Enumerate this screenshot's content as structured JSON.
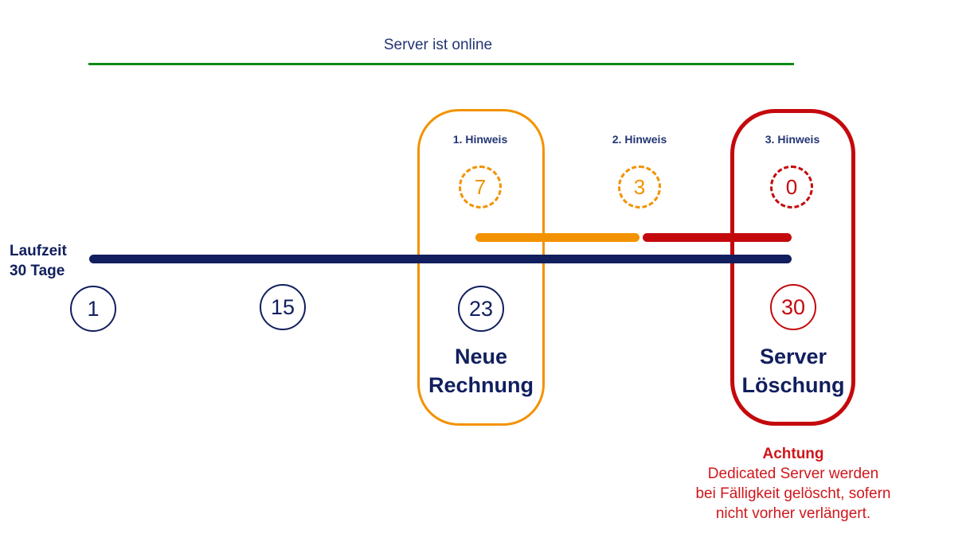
{
  "header": {
    "status_label": "Server ist online",
    "status_color": "#0e8a17"
  },
  "runtime": {
    "label_line1": "Laufzeit",
    "label_line2": "30 Tage"
  },
  "hints": [
    {
      "label": "1. Hinweis",
      "days_remaining": "7",
      "color": "#f39200"
    },
    {
      "label": "2. Hinweis",
      "days_remaining": "3",
      "color": "#f39200"
    },
    {
      "label": "3. Hinweis",
      "days_remaining": "0",
      "color": "#c4090d"
    }
  ],
  "timeline": {
    "days": [
      {
        "day": "1",
        "color": "#111f5e"
      },
      {
        "day": "15",
        "color": "#111f5e"
      },
      {
        "day": "23",
        "color": "#111f5e"
      },
      {
        "day": "30",
        "color": "#c4090d"
      }
    ],
    "colors": {
      "runtime_bar": "#111f5e",
      "first_hint_bar": "#f39200",
      "final_hint_bar": "#c4090d"
    }
  },
  "milestones": {
    "invoice": {
      "line1": "Neue",
      "line2": "Rechnung",
      "border_color": "#f39200"
    },
    "deletion": {
      "line1": "Server",
      "line2": "Löschung",
      "border_color": "#c4090d"
    }
  },
  "warning": {
    "title": "Achtung",
    "line1": "Dedicated Server werden",
    "line2": "bei Fälligkeit gelöscht, sofern",
    "line3": "nicht vorher verlängert."
  }
}
